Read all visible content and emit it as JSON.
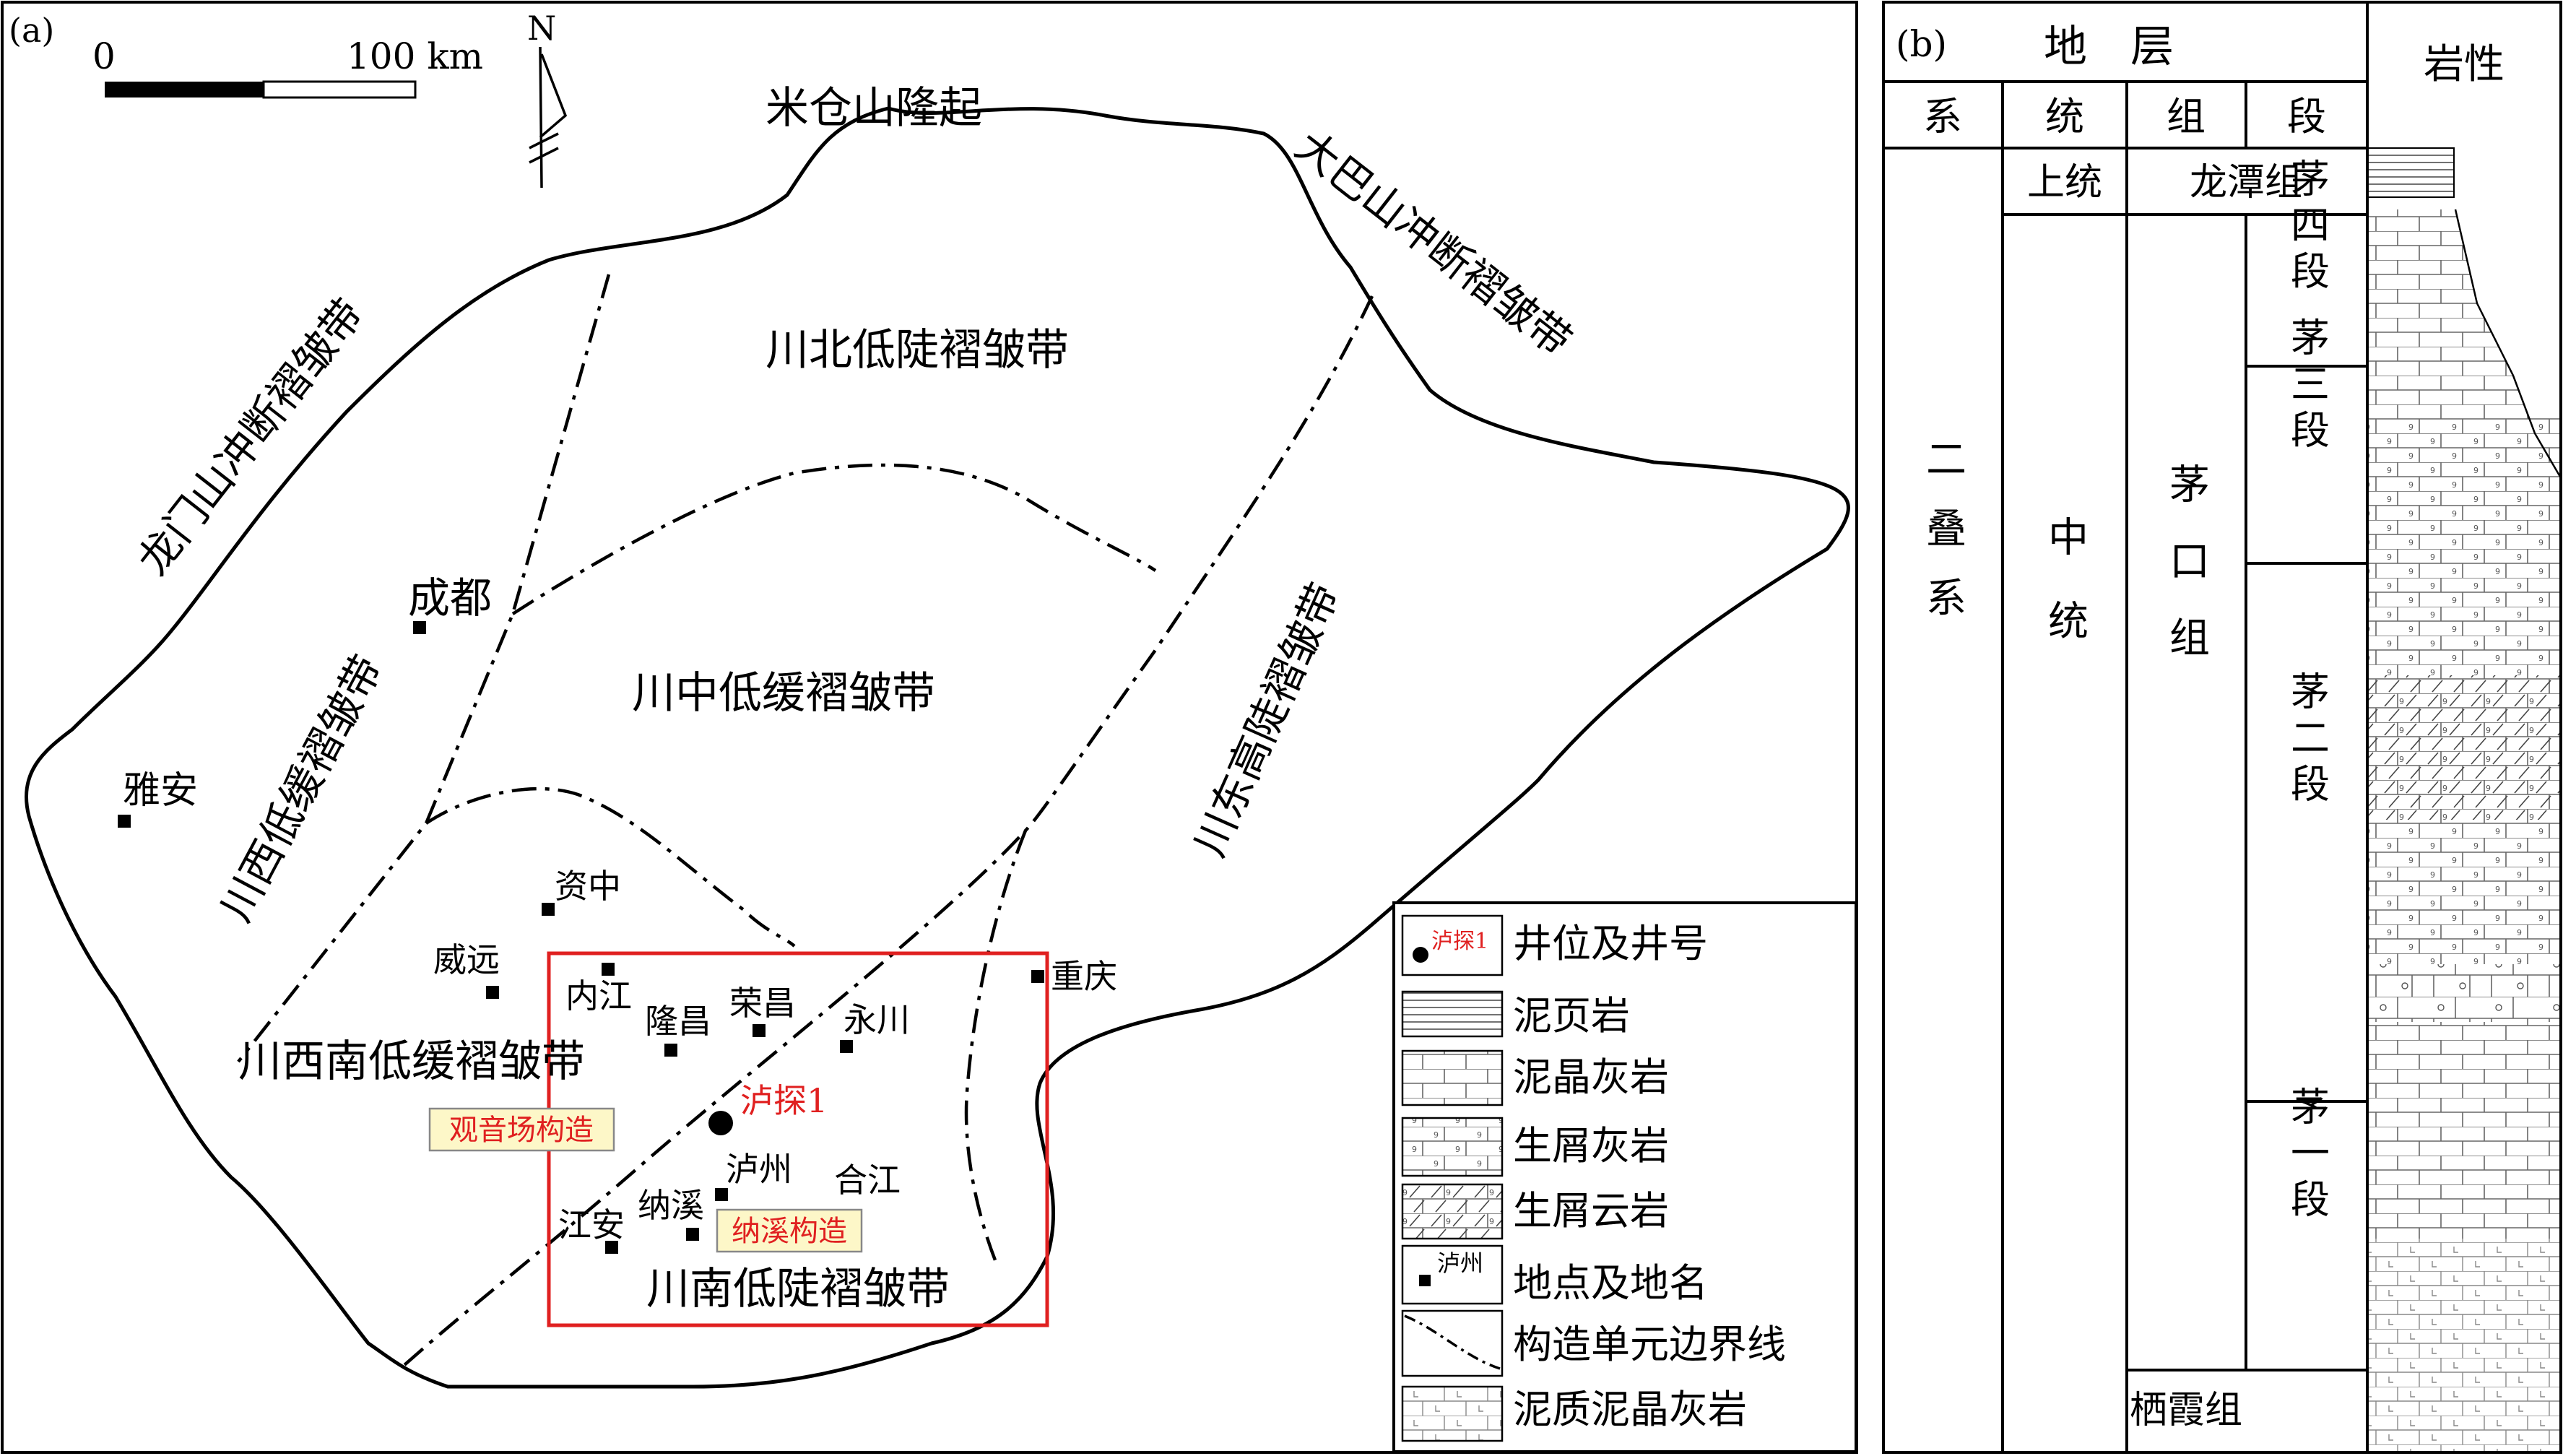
{
  "panel_a": {
    "label": "(a)",
    "scale_bar": {
      "zero": "0",
      "end": "100 km"
    },
    "north": "N",
    "tectonic_units": {
      "micang": "米仓山隆起",
      "dabashan": "大巴山冲断褶皱带",
      "longmenshan": "龙门山冲断褶皱带",
      "chuanbei": "川北低陡褶皱带",
      "chuanxi": "川西低缓褶皱带",
      "chuanzhong": "川中低缓褶皱带",
      "chuandong": "川东高陡褶皱带",
      "chuanxinan": "川西南低缓褶皱带",
      "chuannan": "川南低陡褶皱带"
    },
    "cities": {
      "chengdu": "成都",
      "yaan": "雅安",
      "zizhong": "资中",
      "weiyuan": "威远",
      "neijiang": "内江",
      "longchang": "隆昌",
      "rongchang": "荣昌",
      "yongchuan": "永川",
      "chongqing": "重庆",
      "luzhou": "泸州",
      "hejiang": "合江",
      "naxi": "纳溪",
      "jiangan": "江安"
    },
    "well": "泸探1",
    "structures": {
      "guanyinchang": "观音场构造",
      "naxi": "纳溪构造"
    },
    "legend": {
      "well_sample": "泸探1",
      "well": "井位及井号",
      "shale": "泥页岩",
      "micrite": "泥晶灰岩",
      "bioclastic_limestone": "生屑灰岩",
      "bioclastic_dolomite": "生屑云岩",
      "place_sample": "泸州",
      "place": "地点及地名",
      "boundary": "构造单元边界线",
      "argillaceous_micrite": "泥质泥晶灰岩"
    }
  },
  "panel_b": {
    "label": "(b)",
    "stratum_header": "地　层",
    "lithology_header": "岩性",
    "col_system": "系",
    "col_series": "统",
    "col_formation": "组",
    "col_member": "段",
    "system": "二叠系",
    "upper_series": "上统",
    "middle_series": "中统",
    "longtan": "龙潭组",
    "maokou": "茅口组",
    "qixia": "栖霞组",
    "members": {
      "m4": "茅四段",
      "m3": "茅三段",
      "m2": "茅二段",
      "m1": "茅一段"
    }
  }
}
